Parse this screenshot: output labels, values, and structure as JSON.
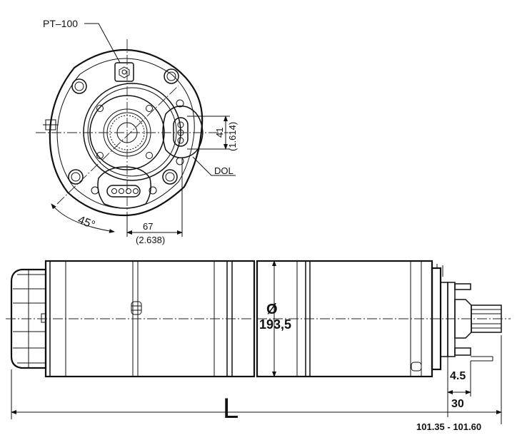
{
  "labels": {
    "pt100": "PT–100",
    "dol": "DOL",
    "dim41": "41",
    "dim41_in": "(1.614)",
    "dim67": "67",
    "dim67_in": "(2.638)",
    "angle45": "45°",
    "diameter_symbol": "Ø",
    "diameter_value": "193,5",
    "length": "L",
    "dim45": "4.5",
    "dim30": "30",
    "range": "101.35 - 101.60"
  },
  "colors": {
    "ink": "#111111",
    "paper": "#ffffff"
  }
}
